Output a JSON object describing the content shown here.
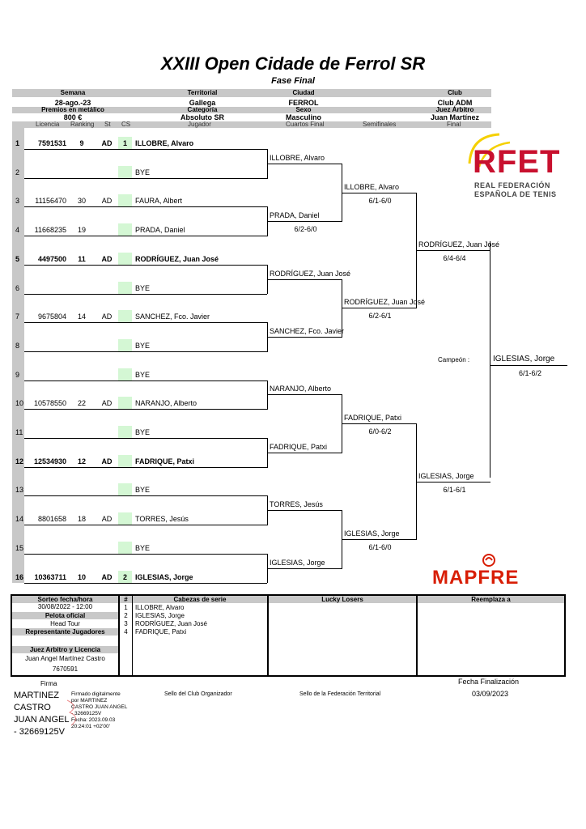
{
  "header": {
    "title": "XXIII Open Cidade de Ferrol SR",
    "subtitle": "Fase Final",
    "semana_label": "Semana",
    "semana": "28-ago.-23",
    "territorial_label": "Territorial",
    "territorial": "Gallega",
    "ciudad_label": "Ciudad",
    "ciudad": "FERROL",
    "club_label": "Club",
    "club": "Club ADM",
    "premios_label": "Premios en metálico",
    "premios": "800 €",
    "categoria_label": "Categoría",
    "categoria": "Absoluto SR",
    "sexo_label": "Sexo",
    "sexo": "Masculino",
    "juez_label": "Juez Árbitro",
    "juez": "Juan Martínez"
  },
  "columns": {
    "licencia": "Licencia",
    "ranking": "Ranking",
    "st": "St",
    "cs": "CS",
    "jugador": "Jugador",
    "cuartos": "Cuartos Final",
    "semis": "Semifinales",
    "final": "Final"
  },
  "players": [
    {
      "n": "1",
      "lic": "7591531",
      "rank": "9",
      "st": "AD",
      "cs": "1",
      "name": "ILLOBRE, Alvaro",
      "bold": true
    },
    {
      "n": "2",
      "lic": "",
      "rank": "",
      "st": "",
      "cs": "",
      "name": "BYE",
      "bold": false
    },
    {
      "n": "3",
      "lic": "11156470",
      "rank": "30",
      "st": "AD",
      "cs": "",
      "name": "FAURA, Albert",
      "bold": false
    },
    {
      "n": "4",
      "lic": "11668235",
      "rank": "19",
      "st": "",
      "cs": "",
      "name": "PRADA, Daniel",
      "bold": false
    },
    {
      "n": "5",
      "lic": "4497500",
      "rank": "11",
      "st": "AD",
      "cs": "",
      "name": "RODRÍGUEZ, Juan José",
      "bold": true
    },
    {
      "n": "6",
      "lic": "",
      "rank": "",
      "st": "",
      "cs": "",
      "name": "BYE",
      "bold": false
    },
    {
      "n": "7",
      "lic": "9675804",
      "rank": "14",
      "st": "AD",
      "cs": "",
      "name": "SANCHEZ, Fco. Javier",
      "bold": false
    },
    {
      "n": "8",
      "lic": "",
      "rank": "",
      "st": "",
      "cs": "",
      "name": "BYE",
      "bold": false
    },
    {
      "n": "9",
      "lic": "",
      "rank": "",
      "st": "",
      "cs": "",
      "name": "BYE",
      "bold": false
    },
    {
      "n": "10",
      "lic": "10578550",
      "rank": "22",
      "st": "AD",
      "cs": "",
      "name": "NARANJO, Alberto",
      "bold": false
    },
    {
      "n": "11",
      "lic": "",
      "rank": "",
      "st": "",
      "cs": "",
      "name": "BYE",
      "bold": false
    },
    {
      "n": "12",
      "lic": "12534930",
      "rank": "12",
      "st": "AD",
      "cs": "",
      "name": "FADRIQUE, Patxi",
      "bold": true
    },
    {
      "n": "13",
      "lic": "",
      "rank": "",
      "st": "",
      "cs": "",
      "name": "BYE",
      "bold": false
    },
    {
      "n": "14",
      "lic": "8801658",
      "rank": "18",
      "st": "AD",
      "cs": "",
      "name": "TORRES, Jesús",
      "bold": false
    },
    {
      "n": "15",
      "lic": "",
      "rank": "",
      "st": "",
      "cs": "",
      "name": "BYE",
      "bold": false
    },
    {
      "n": "16",
      "lic": "10363711",
      "rank": "10",
      "st": "AD",
      "cs": "2",
      "name": "IGLESIAS, Jorge",
      "bold": true
    }
  ],
  "quarters": [
    {
      "name": "ILLOBRE, Alvaro",
      "score": ""
    },
    {
      "name": "PRADA, Daniel",
      "score": "6/2-6/0"
    },
    {
      "name": "RODRÍGUEZ, Juan José",
      "score": ""
    },
    {
      "name": "SANCHEZ, Fco. Javier",
      "score": ""
    },
    {
      "name": "NARANJO, Alberto",
      "score": ""
    },
    {
      "name": "FADRIQUE, Patxi",
      "score": ""
    },
    {
      "name": "TORRES, Jesús",
      "score": ""
    },
    {
      "name": "IGLESIAS, Jorge",
      "score": ""
    }
  ],
  "semis": [
    {
      "name": "ILLOBRE, Alvaro",
      "score": "6/1-6/0"
    },
    {
      "name": "RODRÍGUEZ, Juan José",
      "score": "6/2-6/1"
    },
    {
      "name": "FADRIQUE, Patxi",
      "score": "6/0-6/2"
    },
    {
      "name": "IGLESIAS, Jorge",
      "score": "6/1-6/0"
    }
  ],
  "finals": [
    {
      "name": "RODRÍGUEZ, Juan José",
      "score": "6/4-6/4"
    },
    {
      "name": "IGLESIAS, Jorge",
      "score": "6/1-6/1"
    }
  ],
  "champion": {
    "label": "Campeón :",
    "name": "IGLESIAS, Jorge",
    "score": "6/1-6/2"
  },
  "logos": {
    "rfet": "RFET",
    "rfet_line1": "REAL FEDERACIÓN",
    "rfet_line2": "ESPAÑOLA DE TENIS",
    "mapfre": "MAPFRE",
    "rfet_color": "#c8102e",
    "mapfre_color": "#d81e05"
  },
  "bottom": {
    "sorteo_label": "Sorteo fecha/hora",
    "sorteo": "30/08/2022 - 12:00",
    "pelota_label": "Pelota oficial",
    "pelota": "Head Tour",
    "rep_label": "Representante Jugadores",
    "rep": "",
    "juez_label": "Juez Arbitro y Licencia",
    "juez_name": "Juan Angel Martínez Castro",
    "juez_lic": "7670591",
    "seeds_hash": "#",
    "seeds_label": "Cabezas  de serie",
    "seeds": [
      {
        "n": "1",
        "name": "ILLOBRE, Alvaro"
      },
      {
        "n": "2",
        "name": "IGLESIAS, Jorge"
      },
      {
        "n": "3",
        "name": "RODRÍGUEZ, Juan José"
      },
      {
        "n": "4",
        "name": "FADRIQUE, Patxi"
      }
    ],
    "lucky_label": "Lucky Losers",
    "reemplaza_label": "Reemplaza a"
  },
  "footer": {
    "firma": "Firma",
    "sig_name": [
      "MARTINEZ",
      "CASTRO",
      "JUAN ANGEL",
      "- 32669125V"
    ],
    "sig_detail": [
      "Firmado digitalmente",
      "por MARTINEZ",
      "CASTRO JUAN ANGEL",
      "- 32669125V",
      "Fecha: 2023.09.03",
      "20:24:01 +02'00'"
    ],
    "sello_club": "Sello del Club Organizador",
    "sello_fed": "Sello de la Federación Territorial",
    "fecha_label": "Fecha Finalización",
    "fecha": "03/09/2023"
  }
}
